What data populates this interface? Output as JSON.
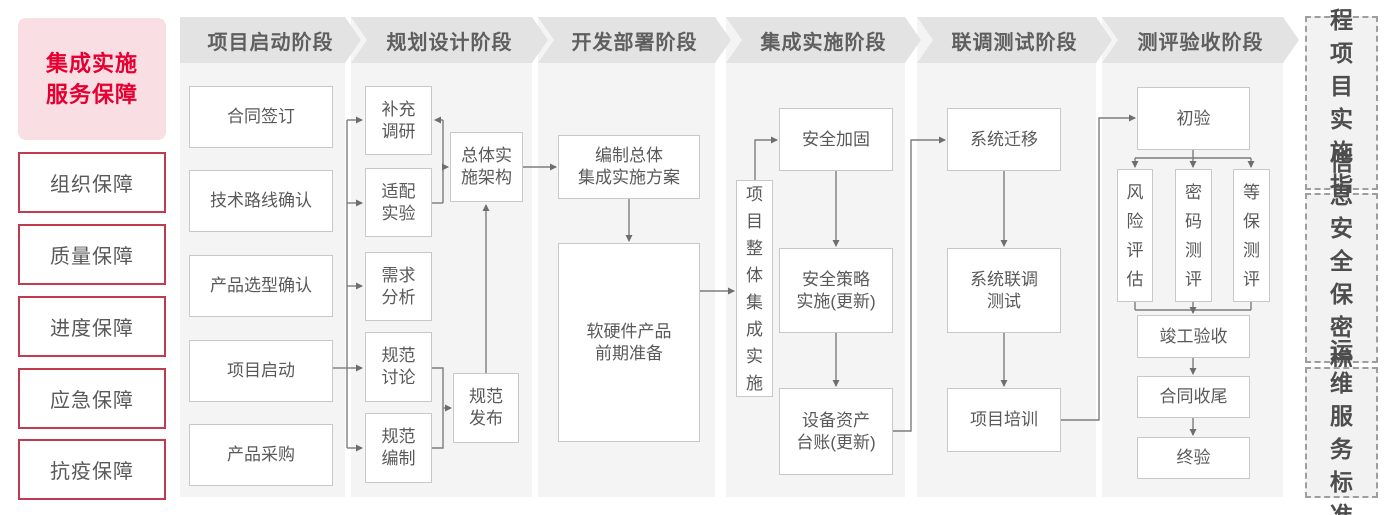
{
  "colors": {
    "accent_red": "#e60032",
    "pink_title_bg": "#f9dee3",
    "sidebar_border_red": "#c23a50",
    "column_bg": "#f4f4f4",
    "header_bg": "#e3e3e3",
    "box_border": "#c8c8c8",
    "text_gray": "#595959",
    "connector_gray": "#7d7d7d"
  },
  "sidebar": {
    "title": "集成实施\n服务保障",
    "items": [
      {
        "label": "组织保障"
      },
      {
        "label": "质量保障"
      },
      {
        "label": "进度保障"
      },
      {
        "label": "应急保障"
      },
      {
        "label": "抗疫保障"
      }
    ]
  },
  "phases": [
    {
      "label": "项目启动阶段"
    },
    {
      "label": "规划设计阶段"
    },
    {
      "label": "开发部署阶段"
    },
    {
      "label": "集成实施阶段"
    },
    {
      "label": "联调测试阶段"
    },
    {
      "label": "测评验收阶段"
    }
  ],
  "boxes": {
    "contract_signing": "合同签订",
    "tech_route_confirm": "技术路线确认",
    "product_selection_confirm": "产品选型确认",
    "project_kickoff": "项目启动",
    "product_procurement": "产品采购",
    "supplementary_research": "补充\n调研",
    "adaptation_experiment": "适配\n实验",
    "requirement_analysis": "需求\n分析",
    "spec_discussion": "规范\n讨论",
    "spec_compilation": "规范\n编制",
    "overall_impl_architecture": "总体实\n施架构",
    "spec_release": "规范\n发布",
    "overall_integration_plan": "编制总体\n集成实施方案",
    "hw_sw_preparation": "软硬件产品\n前期准备",
    "overall_integration_impl": "项目整体集成实施",
    "security_hardening": "安全加固",
    "security_policy_impl": "安全策略\n实施(更新)",
    "asset_ledger_update": "设备资产\n台账(更新)",
    "system_migration": "系统迁移",
    "joint_testing": "系统联调\n测试",
    "project_training": "项目培训",
    "initial_acceptance": "初验",
    "risk_assessment": "风险评估",
    "crypto_testing": "密码测评",
    "mlps_testing": "等保测评",
    "completion_acceptance": "竣工验收",
    "contract_closure": "合同收尾",
    "final_acceptance": "终验"
  },
  "right_panels": [
    {
      "label": "工程\n项目\n实施\n指引"
    },
    {
      "label": "信息\n安全\n保密\n标准"
    },
    {
      "label": "运维\n服务\n标准"
    }
  ]
}
